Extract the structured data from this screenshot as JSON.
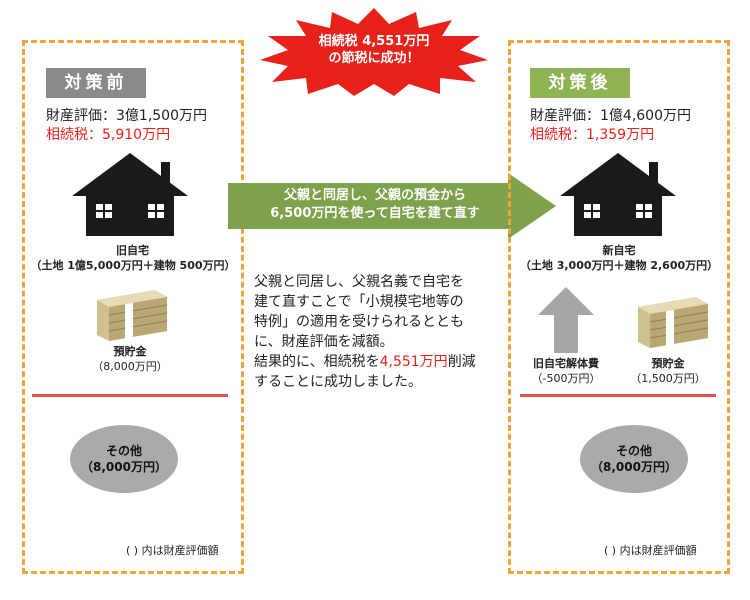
{
  "burst": {
    "line1": "相続税 4,551万円",
    "line2": "の節税に成功！"
  },
  "before": {
    "tag": "対策前",
    "asset_label": "財産評価：3億1,500万円",
    "tax_label": "相続税：5,910万円",
    "house_label": "旧自宅",
    "house_sub": "（土地 1億5,000万円＋建物 500万円）",
    "savings_label": "預貯金",
    "savings_sub": "（8,000万円）",
    "other_label": "その他",
    "other_sub": "（8,000万円）",
    "footnote": "( ) 内は財産評価額"
  },
  "arrow": {
    "line1": "父親と同居し、父親の預金から",
    "line2": "6,500万円を使って自宅を建て直す"
  },
  "explanation": {
    "line1": "父親と同居し、父親名義で自宅を",
    "line2": "建て直すことで「小規模宅地等の",
    "line3": "特例」の適用を受けられるととも",
    "line4": "に、財産評価を減額。",
    "line5_pre": "結果的に、相続税を",
    "line5_red": "4,551万円",
    "line5_post": "削減",
    "line6": "することに成功しました。"
  },
  "after": {
    "tag": "対策後",
    "asset_label": "財産評価：1億4,600万円",
    "tax_label": "相続税：1,359万円",
    "house_label": "新自宅",
    "house_sub": "（土地 3,000万円＋建物 2,600万円）",
    "demolish_label": "旧自宅解体費",
    "demolish_sub": "（-500万円）",
    "savings_label": "預貯金",
    "savings_sub": "（1,500万円）",
    "other_label": "その他",
    "other_sub": "（8,000万円）",
    "footnote": "( ) 内は財産評価額"
  },
  "colors": {
    "panel_border": "#f0a43a",
    "before_tag": "#8a8a8a",
    "after_tag": "#8db353",
    "arrow": "#7ea14c",
    "burst": "#e8211a",
    "tax_text": "#e8211a",
    "divider": "#d9534f",
    "other_ellipse": "#aaaaaa",
    "house": "#1a1a1a",
    "up_arrow": "#a6a6a6"
  }
}
